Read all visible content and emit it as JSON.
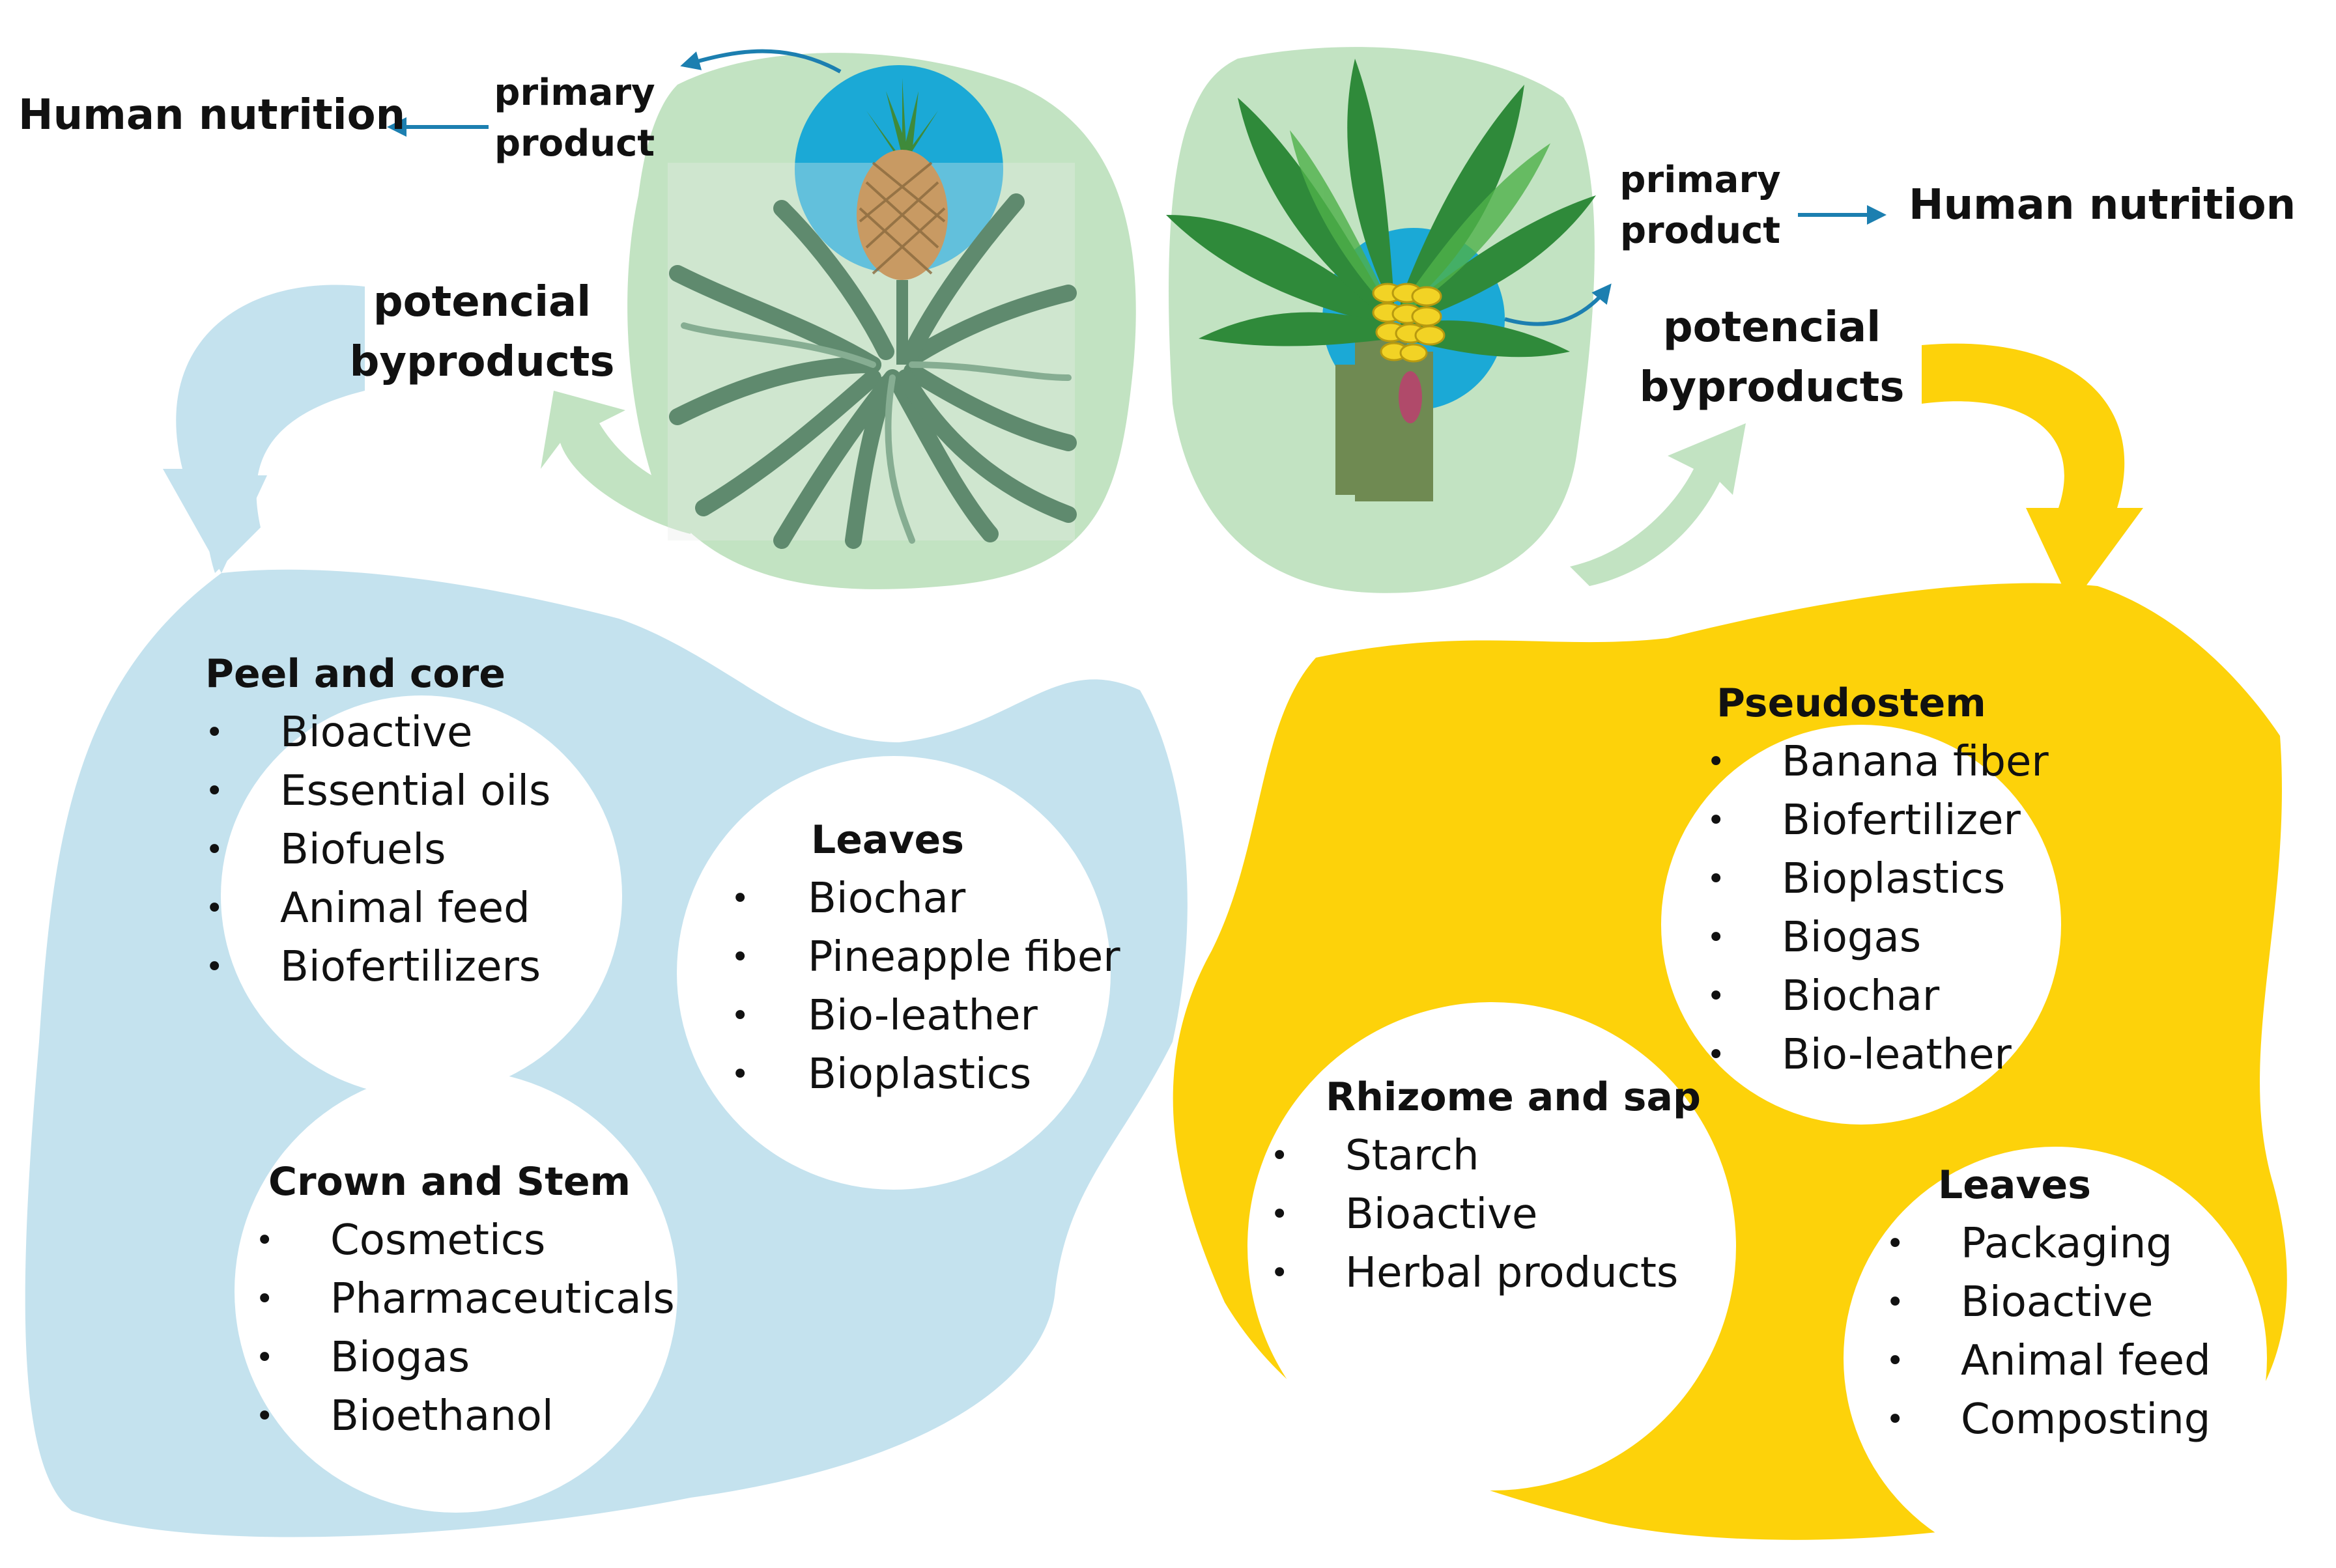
{
  "pineapple": {
    "human_nutrition": "Human nutrition",
    "primary_product_line1": "primary",
    "primary_product_line2": "product",
    "byproducts_line1": "potencial",
    "byproducts_line2": "byproducts",
    "groups": [
      {
        "title": "Peel and core",
        "items": [
          "Bioactive",
          "Essential oils",
          "Biofuels",
          "Animal feed",
          "Biofertilizers"
        ]
      },
      {
        "title": "Leaves",
        "items": [
          "Biochar",
          "Pineapple fiber",
          "Bio-leather",
          "Bioplastics"
        ]
      },
      {
        "title": "Crown and Stem",
        "items": [
          "Cosmetics",
          "Pharmaceuticals",
          "Biogas",
          "Bioethanol"
        ]
      }
    ]
  },
  "banana": {
    "human_nutrition": "Human nutrition",
    "primary_product_line1": "primary",
    "primary_product_line2": "product",
    "byproducts_line1": "potencial",
    "byproducts_line2": "byproducts",
    "groups": [
      {
        "title": "Pseudostem",
        "items": [
          "Banana fiber",
          "Biofertilizer",
          "Bioplastics",
          "Biogas",
          "Biochar",
          "Bio-leather"
        ]
      },
      {
        "title": "Rhizome and sap",
        "items": [
          "Starch",
          "Bioactive",
          "Herbal products"
        ]
      },
      {
        "title": "Leaves",
        "items": [
          "Packaging",
          "Bioactive",
          "Animal feed",
          "Composting"
        ]
      }
    ]
  },
  "colors": {
    "pineapple_blob": "#c4e2ee",
    "banana_blob": "#fdd20a",
    "plant_blob": "#c2e3c2",
    "fruit_circle": "#1ba9d6",
    "arrow": "#1c7fb0"
  }
}
